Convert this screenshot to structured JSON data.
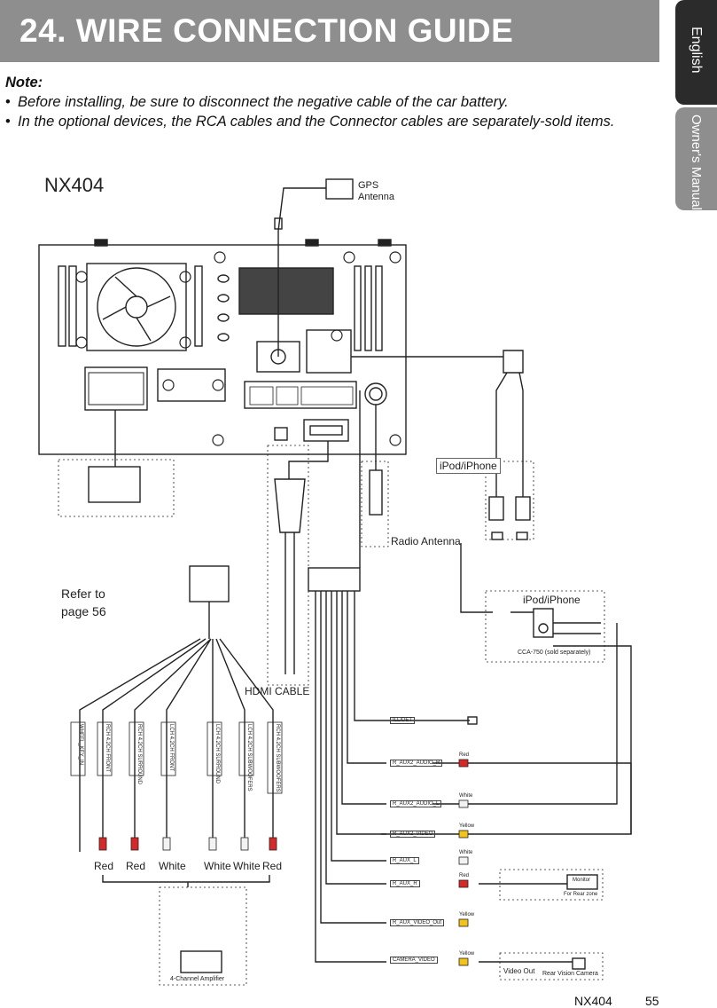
{
  "header": {
    "title": "24. WIRE CONNECTION GUIDE"
  },
  "side_tabs": {
    "language": "English",
    "section": "Owner's Manual"
  },
  "note": {
    "title": "Note:",
    "items": [
      "Before installing, be sure to disconnect the negative cable of the car battery.",
      "In the optional devices, the RCA cables and the Connector cables are separately-sold items."
    ]
  },
  "diagram": {
    "model": "NX404",
    "gps_antenna": "GPS Antenna",
    "ipod_cable": "iPod/iPhone",
    "ipod_device": "iPod/iPhone",
    "ipod_adapter": "CCA-750 (sold separately)",
    "radio_antenna": "Radio Antenna",
    "hdmi_cable": "HDMI CABLE",
    "refer_to": "Refer to page 56",
    "rca_labels": [
      "WHEEL_KEY_IN",
      "RCH 4.2CH FRONT",
      "RCH 4.2CH SURROUND",
      "LCH 4.2CH FRONT",
      "LCH 4.2CH SURROUND",
      "LCH 4.2CH SUBWOOFERS",
      "RCH 4.2CH SUBWOOFERS"
    ],
    "plug_colors": [
      "Red",
      "Red",
      "White",
      "White",
      "White",
      "Red"
    ],
    "amplifier": "4-Channel Amplifier",
    "harness_labels": [
      "ILL/DET",
      "R_AUX2_AUDIO_R",
      "R_AUX2_AUDIO_L",
      "R_AUX2_VIDEO",
      "R_AUX_L",
      "R_AUX_R",
      "R_AUX_VIDEO_Out",
      "CAMERA_VIDEO"
    ],
    "harness_colors": [
      "Red",
      "White",
      "Yellow",
      "White",
      "Red",
      "Yellow",
      "Yellow"
    ],
    "monitor": "Monitor",
    "rear_zone": "For Rear zone",
    "video_out": "Video Out",
    "camera": "Rear Vision Camera"
  },
  "footer": {
    "model": "NX404",
    "page": "55"
  }
}
